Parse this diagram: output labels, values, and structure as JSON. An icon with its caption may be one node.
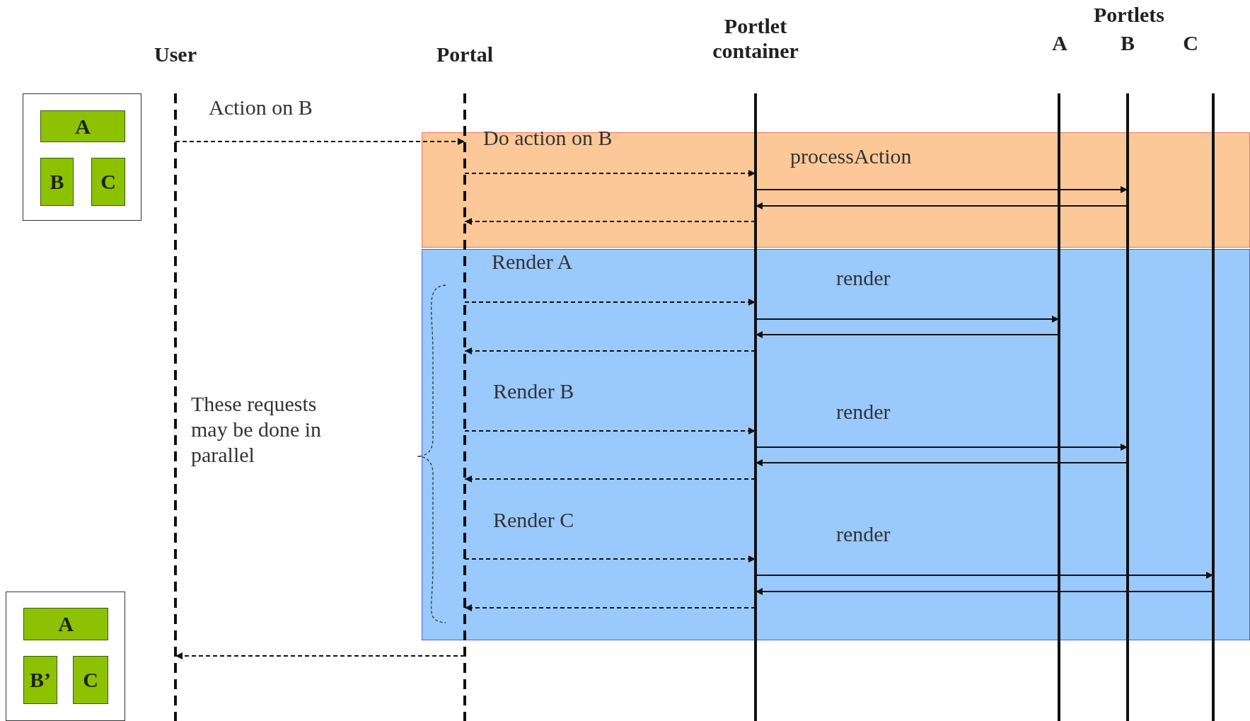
{
  "diagram": {
    "nodes": [
      {
        "text": [],
        "shape": "box"
      },
      {
        "text": [
          "A"
        ],
        "in": 0
      },
      {
        "text": [
          "B"
        ],
        "in": 0
      },
      {
        "text": [
          "C"
        ],
        "in": 0
      },
      {
        "text": [],
        "shape": "box"
      },
      {
        "text": [
          "A"
        ],
        "in": 4
      },
      {
        "text": [
          "B’"
        ],
        "in": 4
      },
      {
        "text": [
          "C"
        ],
        "in": 4
      },
      {
        "text": [
          "User"
        ]
      },
      {
        "text": [
          "Portal"
        ]
      },
      {
        "text": [
          "Portlet container"
        ]
      },
      {
        "text": [
          "A"
        ]
      },
      {
        "text": [
          "B"
        ]
      },
      {
        "text": [
          "C"
        ]
      }
    ],
    "edges": [
      {
        "from": 8,
        "to": 9,
        "arrow": "to",
        "label": "Action on B",
        "style": "dashed"
      },
      {
        "from": 9,
        "to": 10,
        "arrow": "to",
        "label": "Do action on B",
        "style": "dashed"
      },
      {
        "from": 10,
        "to": 12,
        "arrow": "to",
        "label": "processAction"
      },
      {
        "from": 12,
        "to": 10,
        "arrow": "to"
      },
      {
        "from": 10,
        "to": 9,
        "arrow": "to",
        "style": "dashed"
      },
      {
        "from": 9,
        "to": 10,
        "arrow": "to",
        "label": "Render A",
        "style": "dashed"
      },
      {
        "from": 10,
        "to": 11,
        "arrow": "to",
        "label": "render"
      },
      {
        "from": 11,
        "to": 10,
        "arrow": "to"
      },
      {
        "from": 10,
        "to": 9,
        "arrow": "to",
        "style": "dashed"
      },
      {
        "from": 9,
        "to": 10,
        "arrow": "to",
        "label": "Render B",
        "style": "dashed"
      },
      {
        "from": 10,
        "to": 12,
        "arrow": "to",
        "label": "render"
      },
      {
        "from": 12,
        "to": 10,
        "arrow": "to"
      },
      {
        "from": 10,
        "to": 9,
        "arrow": "to",
        "style": "dashed"
      },
      {
        "from": 9,
        "to": 10,
        "arrow": "to",
        "label": "Render C",
        "style": "dashed"
      },
      {
        "from": 10,
        "to": 13,
        "arrow": "to",
        "label": "render"
      },
      {
        "from": 13,
        "to": 10,
        "arrow": "to"
      },
      {
        "from": 10,
        "to": 9,
        "arrow": "to",
        "style": "dashed"
      },
      {
        "from": 9,
        "to": 8,
        "arrow": "to",
        "style": "dashed"
      }
    ],
    "labels": [
      "Portlets",
      "These requests may be done in parallel"
    ]
  }
}
